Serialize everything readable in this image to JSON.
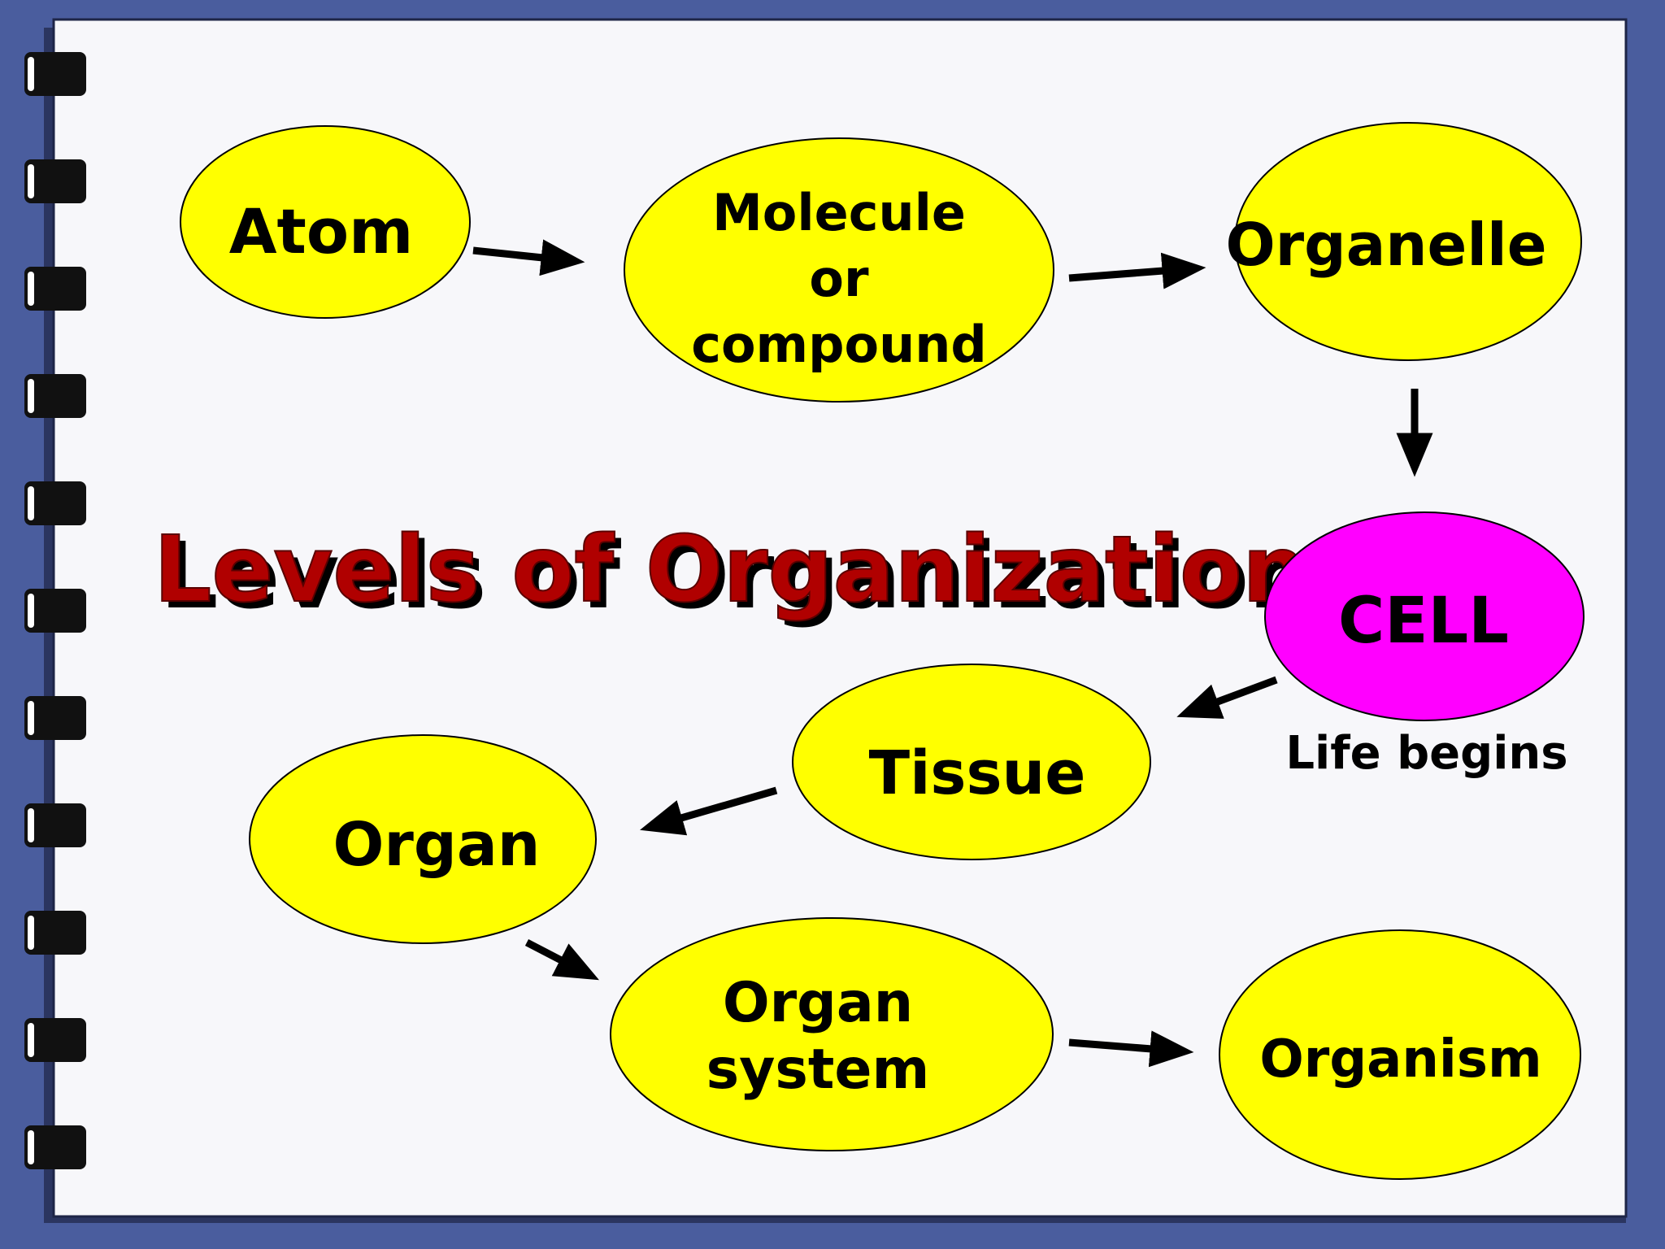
{
  "title": "Levels of Organization",
  "colors": {
    "background": "#4a5d9e",
    "paper": "#f7f7fa",
    "node_fill": "#ffff00",
    "cell_fill": "#ff00ff",
    "title_fill": "#b00000",
    "title_shadow": "#000000",
    "ring": "#111111"
  },
  "nodes": {
    "atom": "Atom",
    "molecule": [
      "Molecule",
      "or",
      "compound"
    ],
    "organelle": "Organelle",
    "cell": "CELL",
    "tissue": "Tissue",
    "organ": "Organ",
    "organ_system": [
      "Organ",
      "system"
    ],
    "organism": "Organism"
  },
  "cell_note": "Life begins",
  "flow": [
    "Atom",
    "Molecule or compound",
    "Organelle",
    "CELL",
    "Tissue",
    "Organ",
    "Organ system",
    "Organism"
  ]
}
